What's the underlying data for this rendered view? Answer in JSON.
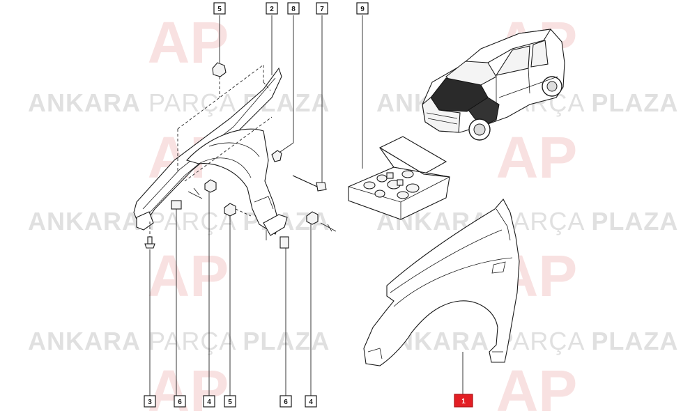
{
  "watermark": {
    "word1": "ANKARA",
    "word2": "PARÇA",
    "word3": "PLAZA",
    "logo": "AP"
  },
  "colors": {
    "watermark_text": "#d4d4d4",
    "watermark_logo": "#f4c9c9",
    "highlight": "#e31e24",
    "ink": "#1a1a1a"
  },
  "callouts": [
    {
      "label": "5",
      "highlight": false
    },
    {
      "label": "2",
      "highlight": false
    },
    {
      "label": "8",
      "highlight": false
    },
    {
      "label": "7",
      "highlight": false
    },
    {
      "label": "9",
      "highlight": false
    },
    {
      "label": "3",
      "highlight": false
    },
    {
      "label": "6",
      "highlight": false
    },
    {
      "label": "4",
      "highlight": false
    },
    {
      "label": "5",
      "highlight": false
    },
    {
      "label": "6",
      "highlight": false
    },
    {
      "label": "4",
      "highlight": false
    },
    {
      "label": "1",
      "highlight": true
    }
  ]
}
